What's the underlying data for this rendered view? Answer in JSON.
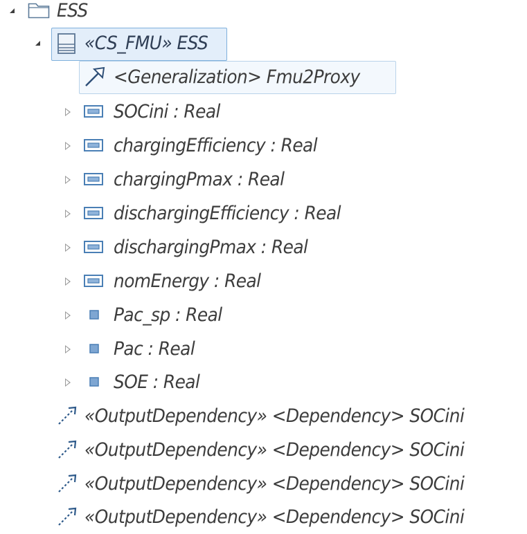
{
  "tree": {
    "root": {
      "label": "ESS",
      "icon": "folder-icon"
    },
    "fmu": {
      "label": "«CS_FMU» ESS",
      "icon": "fmu-class-icon"
    },
    "generalization": {
      "label": "<Generalization> Fmu2Proxy",
      "icon": "generalization-arrow-icon"
    },
    "properties": [
      {
        "label": "SOCini : Real",
        "icon": "parameter-icon"
      },
      {
        "label": "chargingEfficiency : Real",
        "icon": "parameter-icon"
      },
      {
        "label": "chargingPmax : Real",
        "icon": "parameter-icon"
      },
      {
        "label": "dischargingEfficiency : Real",
        "icon": "parameter-icon"
      },
      {
        "label": "dischargingPmax : Real",
        "icon": "parameter-icon"
      },
      {
        "label": "nomEnergy : Real",
        "icon": "parameter-icon"
      },
      {
        "label": "Pac_sp : Real",
        "icon": "port-icon"
      },
      {
        "label": "Pac : Real",
        "icon": "port-icon"
      },
      {
        "label": "SOE : Real",
        "icon": "port-icon"
      }
    ],
    "dependencies": [
      {
        "label": "«OutputDependency» <Dependency> SOCini",
        "icon": "dependency-arrow-icon"
      },
      {
        "label": "«OutputDependency» <Dependency> SOCini",
        "icon": "dependency-arrow-icon"
      },
      {
        "label": "«OutputDependency» <Dependency> SOCini",
        "icon": "dependency-arrow-icon"
      },
      {
        "label": "«OutputDependency» <Dependency> SOCini",
        "icon": "dependency-arrow-icon"
      }
    ]
  },
  "colors": {
    "text": "#3d3d3d",
    "selection_border": "#7fb0dc",
    "selection_fill": "#e3eefa",
    "icon_blue": "#4a7fb5"
  }
}
